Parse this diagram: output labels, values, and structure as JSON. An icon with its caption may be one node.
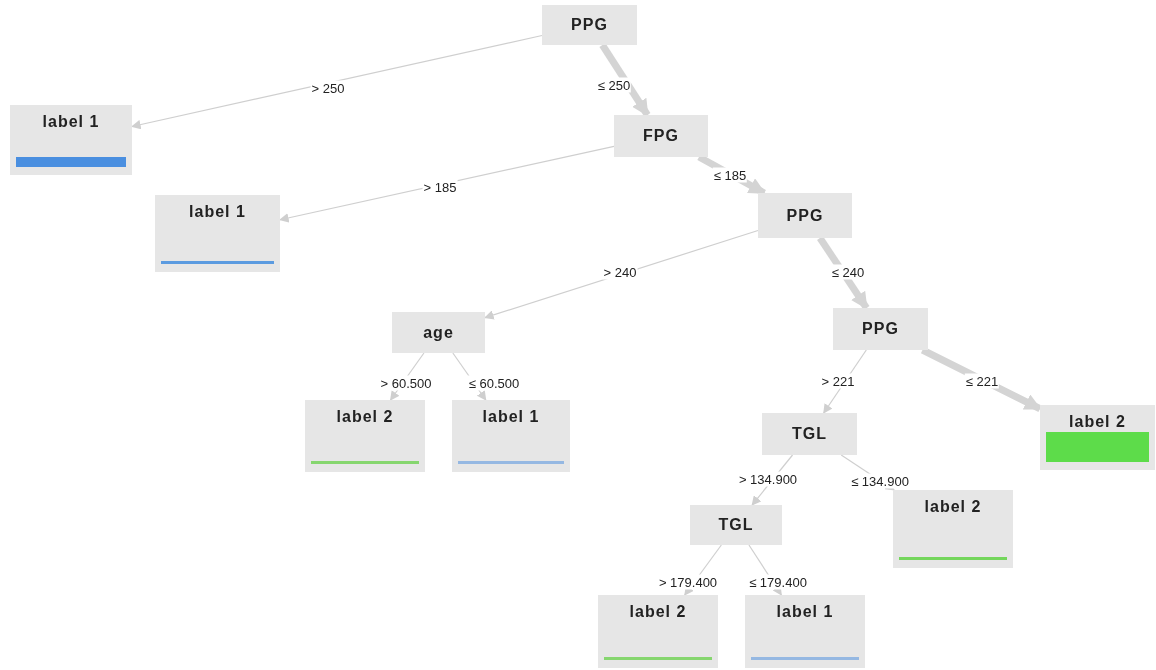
{
  "diagram": {
    "nodes": [
      {
        "text": [
          "PPG"
        ]
      },
      {
        "text": [
          "label 1"
        ]
      },
      {
        "text": [
          "FPG"
        ]
      },
      {
        "text": [
          "label 1"
        ]
      },
      {
        "text": [
          "PPG"
        ]
      },
      {
        "text": [
          "age"
        ]
      },
      {
        "text": [
          "PPG"
        ]
      },
      {
        "text": [
          "label 2"
        ]
      },
      {
        "text": [
          "label 1"
        ]
      },
      {
        "text": [
          "TGL"
        ]
      },
      {
        "text": [
          "label 2"
        ]
      },
      {
        "text": [
          "TGL"
        ]
      },
      {
        "text": [
          "label 2"
        ]
      },
      {
        "text": [
          "label 2"
        ]
      },
      {
        "text": [
          "label 1"
        ]
      }
    ],
    "edges": [
      {
        "from": 0,
        "to": 1,
        "arrow": "to",
        "label": "> 250"
      },
      {
        "from": 0,
        "to": 2,
        "arrow": "to",
        "label": "≤ 250",
        "style": "thick"
      },
      {
        "from": 2,
        "to": 3,
        "arrow": "to",
        "label": "> 185"
      },
      {
        "from": 2,
        "to": 4,
        "arrow": "to",
        "label": "≤ 185",
        "style": "thick"
      },
      {
        "from": 4,
        "to": 5,
        "arrow": "to",
        "label": "> 240"
      },
      {
        "from": 4,
        "to": 6,
        "arrow": "to",
        "label": "≤ 240",
        "style": "thick"
      },
      {
        "from": 5,
        "to": 7,
        "arrow": "to",
        "label": "> 60.500"
      },
      {
        "from": 5,
        "to": 8,
        "arrow": "to",
        "label": "≤ 60.500"
      },
      {
        "from": 6,
        "to": 9,
        "arrow": "to",
        "label": "> 221"
      },
      {
        "from": 6,
        "to": 10,
        "arrow": "to",
        "label": "≤ 221",
        "style": "thick"
      },
      {
        "from": 9,
        "to": 11,
        "arrow": "to",
        "label": "> 134.900"
      },
      {
        "from": 9,
        "to": 12,
        "arrow": "to",
        "label": "≤ 134.900"
      },
      {
        "from": 11,
        "to": 13,
        "arrow": "to",
        "label": "> 179.400"
      },
      {
        "from": 11,
        "to": 14,
        "arrow": "to",
        "label": "≤ 179.400"
      }
    ]
  }
}
